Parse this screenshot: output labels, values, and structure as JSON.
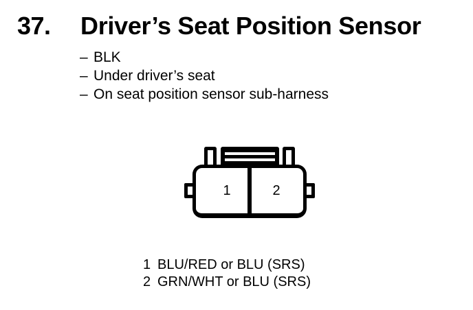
{
  "header": {
    "item_number": "37.",
    "title": "Driver’s Seat Position Sensor"
  },
  "specs": {
    "dash": "–",
    "items": [
      {
        "text": "BLK"
      },
      {
        "text": "Under driver’s seat"
      },
      {
        "text": "On seat position sensor sub-harness"
      }
    ]
  },
  "connector": {
    "cavities": [
      {
        "label": "1"
      },
      {
        "label": "2"
      }
    ]
  },
  "legend": {
    "rows": [
      {
        "pin": "1",
        "desc": "BLU/RED or BLU (SRS)"
      },
      {
        "pin": "2",
        "desc": "GRN/WHT or BLU (SRS)"
      }
    ]
  },
  "colors": {
    "ink": "#000000",
    "background": "#ffffff"
  }
}
